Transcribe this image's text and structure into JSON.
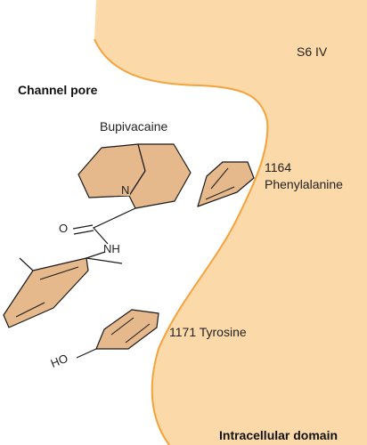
{
  "colors": {
    "membrane_fill": "#fbd9a9",
    "membrane_edge": "#f5a23c",
    "ring_fill": "#e6b98c",
    "line": "#1a1a1a"
  },
  "labels": {
    "segment": "S6 IV",
    "pore": "Channel pore",
    "drug": "Bupivacaine",
    "phe_number": "1164",
    "phe_name": "Phenylalanine",
    "tyrosine": "1171 Tyrosine",
    "intracellular": "Intracellular domain"
  },
  "atoms": {
    "nitrogen": "N",
    "oxygen": "O",
    "amide": "NH",
    "hydroxyl": "HO"
  }
}
